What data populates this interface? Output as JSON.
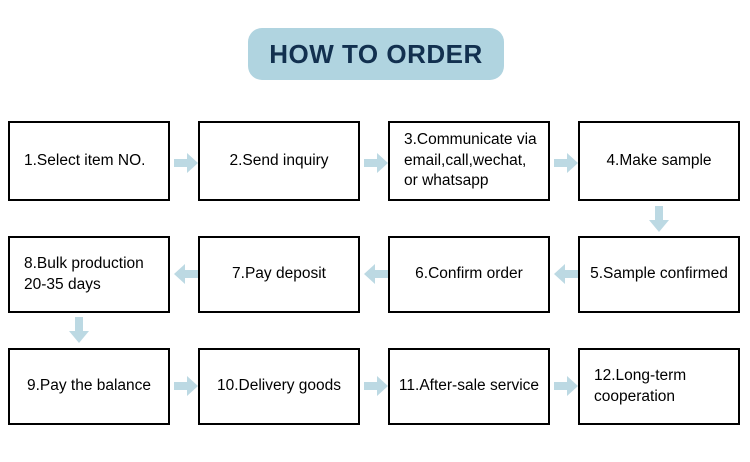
{
  "header": {
    "title": "HOW TO ORDER",
    "banner_color": "#b0d4e0",
    "title_color": "#12304f"
  },
  "theme": {
    "arrow_color": "#bcd9e3",
    "box_border_color": "#000000",
    "box_fill_color": "#ffffff",
    "page_background": "#ffffff",
    "text_color": "#000000"
  },
  "flow": {
    "steps": [
      {
        "id": 1,
        "label": "1.Select item NO.",
        "align": "left"
      },
      {
        "id": 2,
        "label": "2.Send inquiry",
        "align": "center"
      },
      {
        "id": 3,
        "label": "3.Communicate via\nemail,call,wechat,\nor whatsapp",
        "align": "left"
      },
      {
        "id": 4,
        "label": "4.Make sample",
        "align": "center"
      },
      {
        "id": 5,
        "label": "5.Sample confirmed",
        "align": "center"
      },
      {
        "id": 6,
        "label": "6.Confirm order",
        "align": "center"
      },
      {
        "id": 7,
        "label": "7.Pay deposit",
        "align": "center"
      },
      {
        "id": 8,
        "label": "8.Bulk production\n20-35 days",
        "align": "left"
      },
      {
        "id": 9,
        "label": "9.Pay the balance",
        "align": "center"
      },
      {
        "id": 10,
        "label": "10.Delivery goods",
        "align": "center"
      },
      {
        "id": 11,
        "label": "11.After-sale service",
        "align": "center"
      },
      {
        "id": 12,
        "label": "12.Long-term\ncooperation",
        "align": "left"
      }
    ],
    "connectors": [
      {
        "from": 1,
        "to": 2,
        "direction": "right",
        "icon": "arrow-right-icon"
      },
      {
        "from": 2,
        "to": 3,
        "direction": "right",
        "icon": "arrow-right-icon"
      },
      {
        "from": 3,
        "to": 4,
        "direction": "right",
        "icon": "arrow-right-icon"
      },
      {
        "from": 4,
        "to": 5,
        "direction": "down",
        "icon": "arrow-down-icon"
      },
      {
        "from": 5,
        "to": 6,
        "direction": "left",
        "icon": "arrow-left-icon"
      },
      {
        "from": 6,
        "to": 7,
        "direction": "left",
        "icon": "arrow-left-icon"
      },
      {
        "from": 7,
        "to": 8,
        "direction": "left",
        "icon": "arrow-left-icon"
      },
      {
        "from": 8,
        "to": 9,
        "direction": "down",
        "icon": "arrow-down-icon"
      },
      {
        "from": 9,
        "to": 10,
        "direction": "right",
        "icon": "arrow-right-icon"
      },
      {
        "from": 10,
        "to": 11,
        "direction": "right",
        "icon": "arrow-right-icon"
      },
      {
        "from": 11,
        "to": 12,
        "direction": "right",
        "icon": "arrow-right-icon"
      }
    ]
  }
}
